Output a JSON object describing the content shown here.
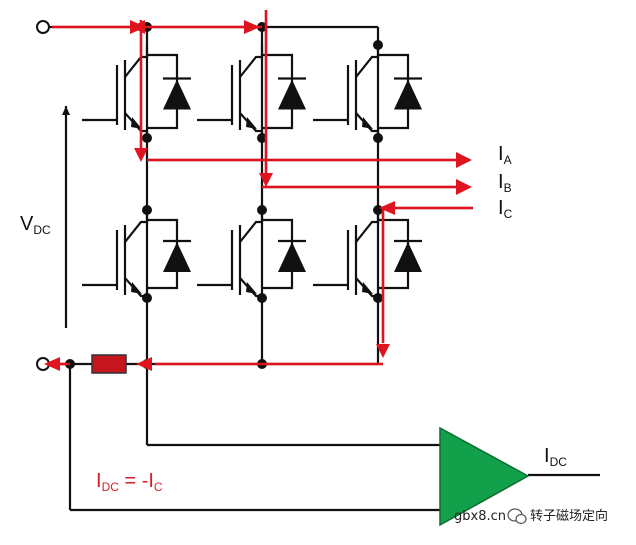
{
  "labels": {
    "vdc_main": "V",
    "vdc_sub": "DC",
    "ia_main": "I",
    "ia_sub": "A",
    "ib_main": "I",
    "ib_sub": "B",
    "ic_main": "I",
    "ic_sub": "C",
    "idc_main": "I",
    "idc_sub": "DC",
    "formula_i1": "I",
    "formula_sub1": "DC",
    "formula_eq": " = -I",
    "formula_sub2": "C"
  },
  "watermark": {
    "site": "gbx8.cn",
    "caption": "转子磁场定向"
  },
  "colors": {
    "wire": "#111111",
    "current_path": "#e0141e",
    "shunt_fill": "#c4161c",
    "amplifier_fill": "#12a14a"
  }
}
